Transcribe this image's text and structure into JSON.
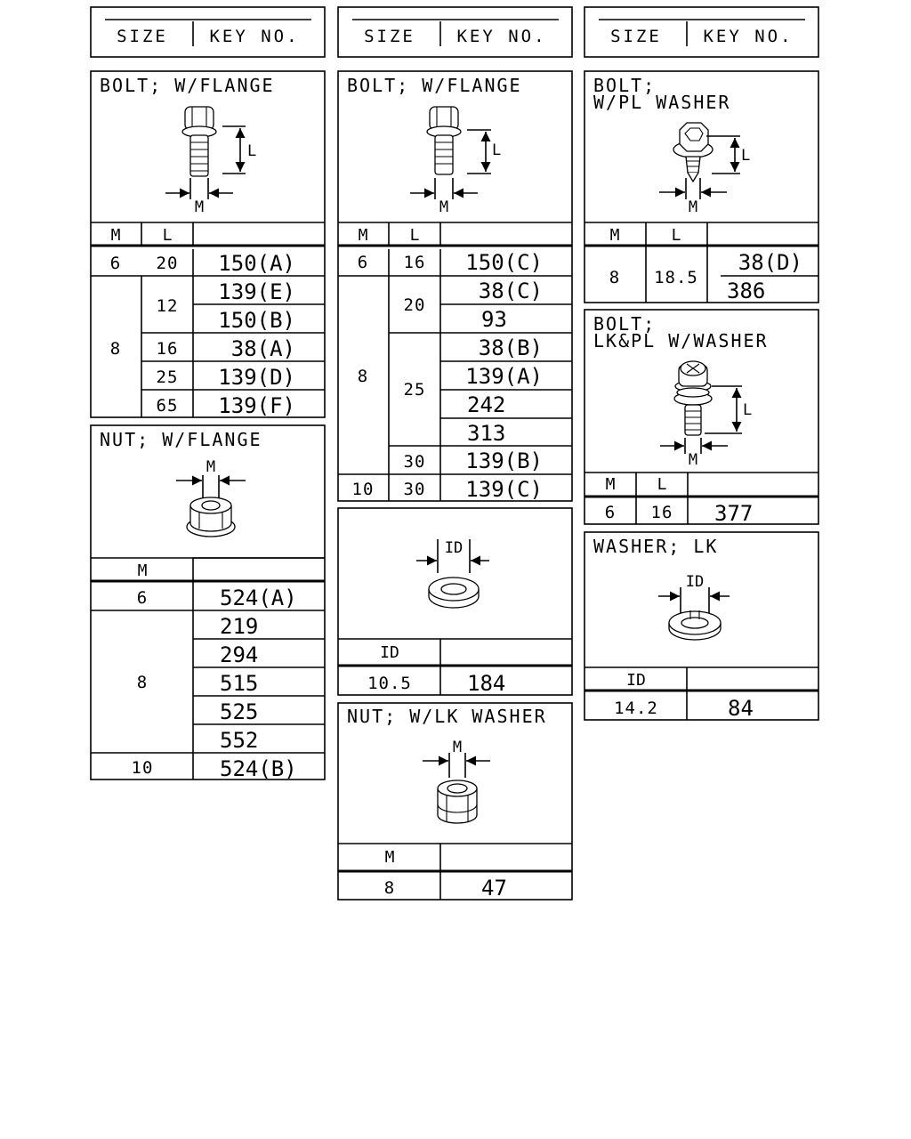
{
  "header": {
    "size_label": "SIZE",
    "key_label": "KEY NO."
  },
  "columns": {
    "m": "M",
    "l": "L",
    "id": "ID"
  },
  "dims": {
    "m": "M",
    "l": "L",
    "id": "ID"
  },
  "bolt_flange_a": {
    "title": "BOLT; W/FLANGE",
    "rows": [
      {
        "m": "6",
        "l": "20",
        "key": "150(A)"
      },
      {
        "l": "12",
        "key": "139(E)"
      },
      {
        "key": "150(B)"
      },
      {
        "m": "8",
        "l": "16",
        "key": "38(A)"
      },
      {
        "l": "25",
        "key": "139(D)"
      },
      {
        "l": "65",
        "key": "139(F)"
      }
    ]
  },
  "bolt_flange_b": {
    "title": "BOLT; W/FLANGE",
    "rows": [
      {
        "m": "6",
        "l": "16",
        "key": "150(C)"
      },
      {
        "l": "20",
        "key": "38(C)"
      },
      {
        "key": "93"
      },
      {
        "key": "38(B)"
      },
      {
        "m": "8",
        "l": "25",
        "key": "139(A)"
      },
      {
        "key": "242"
      },
      {
        "key": "313"
      },
      {
        "l": "30",
        "key": "139(B)"
      },
      {
        "m": "10",
        "l": "30",
        "key": "139(C)"
      }
    ]
  },
  "bolt_pl_washer": {
    "title_line1": "BOLT;",
    "title_line2": "W/PL WASHER",
    "rows": [
      {
        "m": "8",
        "l": "18.5",
        "key": "38(D)"
      },
      {
        "key": "386"
      }
    ]
  },
  "bolt_lk_pl": {
    "title_line1": "BOLT;",
    "title_line2": "LK&PL W/WASHER",
    "rows": [
      {
        "m": "6",
        "l": "16",
        "key": "377"
      }
    ]
  },
  "nut_flange": {
    "title": "NUT; W/FLANGE",
    "rows": [
      {
        "m": "6",
        "key": "524(A)"
      },
      {
        "key": "219"
      },
      {
        "key": "294"
      },
      {
        "m": "8",
        "key": "515"
      },
      {
        "key": "525"
      },
      {
        "key": "552"
      },
      {
        "m": "10",
        "key": "524(B)"
      }
    ]
  },
  "washer_plain": {
    "rows": [
      {
        "id": "10.5",
        "key": "184"
      }
    ]
  },
  "washer_lk": {
    "title": "WASHER; LK",
    "rows": [
      {
        "id": "14.2",
        "key": "84"
      }
    ]
  },
  "nut_lk_washer": {
    "title": "NUT; W/LK WASHER",
    "rows": [
      {
        "m": "8",
        "key": "47"
      }
    ]
  }
}
